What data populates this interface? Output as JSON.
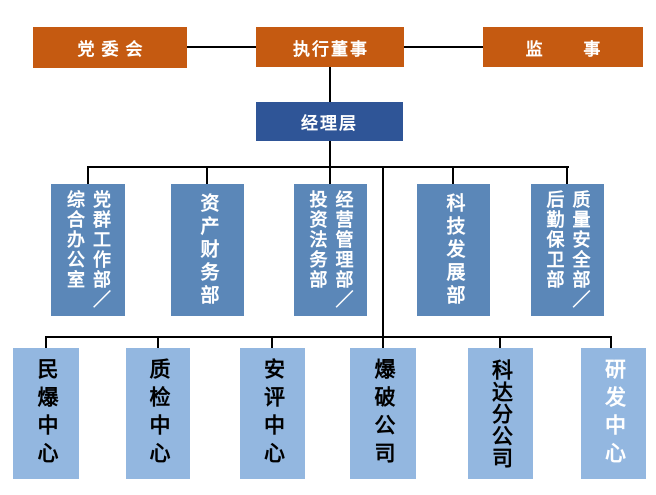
{
  "palette": {
    "top_box_fill": "#C55A11",
    "level2_fill": "#2F5597",
    "department_fill": "#5B87B8",
    "unit_fill": "#93B7E0",
    "connector": "#000000",
    "text_on_dark": "#FFFFFF",
    "text_on_light": "#000000",
    "unit6_text": "#FFFFFF"
  },
  "top_row": [
    {
      "label": "党委会"
    },
    {
      "label": "执行董事"
    },
    {
      "label": "监 事"
    }
  ],
  "level2": {
    "label": "经理层"
  },
  "departments": [
    {
      "label": "党群工作部／综合办公室",
      "line1": "党群工作部／",
      "line2": "综合办公室"
    },
    {
      "label": "资产财务部",
      "line1": "资产财务部"
    },
    {
      "label": "经营管理部／投资法务部",
      "line1": "经营管理部／",
      "line2": "投资法务部"
    },
    {
      "label": "科技发展部",
      "line1": "科技发展部"
    },
    {
      "label": "质量安全部／后勤保卫部",
      "line1": "质量安全部／",
      "line2": "后勤保卫部"
    }
  ],
  "units": [
    {
      "label": "民爆中心"
    },
    {
      "label": "质检中心"
    },
    {
      "label": "安评中心"
    },
    {
      "label": "爆破公司"
    },
    {
      "label": "科达分公司"
    },
    {
      "label": "研发中心"
    }
  ]
}
